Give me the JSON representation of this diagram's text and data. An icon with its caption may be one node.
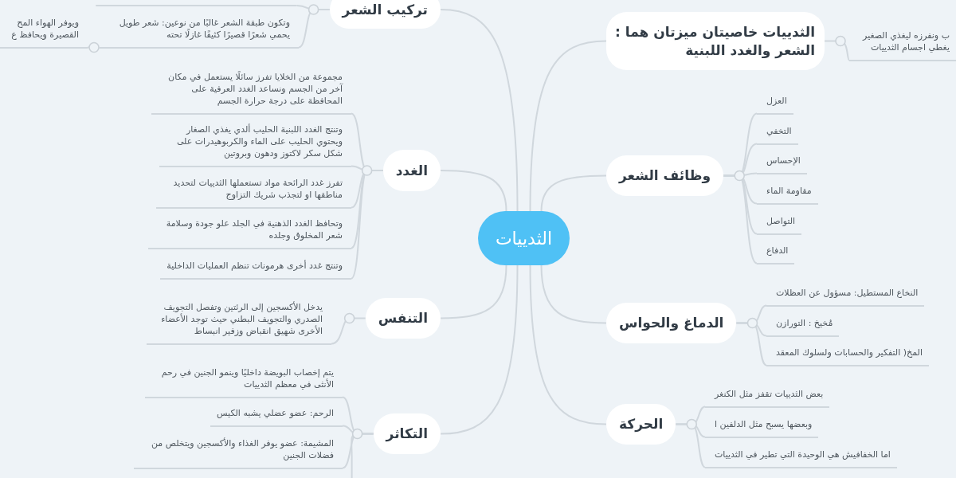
{
  "diagram": {
    "nodes": [
      {
        "text": [
          "الثدييات"
        ]
      },
      {
        "text": [
          "الثدييات خاصيتان ميزتان هما : الشعر والغدد اللبنية"
        ]
      },
      {
        "text": [
          "ب ونفرزه ليغذي الصغير يغطي اجسام الثدييات"
        ]
      },
      {
        "text": [
          "وظائف الشعر"
        ]
      },
      {
        "text": [
          "العزل"
        ]
      },
      {
        "text": [
          "التخفي"
        ]
      },
      {
        "text": [
          "الإحساس"
        ]
      },
      {
        "text": [
          "مقاومة الماء"
        ]
      },
      {
        "text": [
          "التواصل"
        ]
      },
      {
        "text": [
          "الدفاع"
        ]
      },
      {
        "text": [
          "الدماغ والحواس"
        ]
      },
      {
        "text": [
          "النخاع المستطيل: مسؤول عن العظلات"
        ]
      },
      {
        "text": [
          "مُخيخ : التورازن"
        ]
      },
      {
        "text": [
          "المخ( التفكير والحسابات ولسلوك المعقد"
        ]
      },
      {
        "text": [
          "الحركة"
        ]
      },
      {
        "text": [
          "بعض الثدييات تقفز مثل الكنغر"
        ]
      },
      {
        "text": [
          "وبعضها يسبح مثل الدلفين ا"
        ]
      },
      {
        "text": [
          "اما الخفافيش هي الوحيدة التي تطير في الثدييات"
        ]
      },
      {
        "text": [
          "تركيب الشعر"
        ]
      },
      {
        "text": [],
        "shape": "bar"
      },
      {
        "text": [
          "وتكون طبقة الشعر غالبًا من نوعين: شعر طويل يحمي شعرًا قصيرًا كثيفًا غازلًا تحته"
        ]
      },
      {
        "text": [
          "ويوفر الهواء المح القصيرة ويحافظ ع"
        ]
      },
      {
        "text": [
          "الغدد"
        ]
      },
      {
        "text": [
          "مجموعة من الخلايا تفرز سائلًا يستعمل في مكان آخر من الجسم ونساعد الغدد العرفية على المحافظة على درجة حرارة الجسم"
        ]
      },
      {
        "text": [
          "وتنتج الغدد اللبنية الحليب ألدي يغذي الصغار ويحتوي الحليب على الماء والكربوهيدرات على شكل سكر لاكتوز ودهون وبروتين"
        ]
      },
      {
        "text": [
          "تفرز غدد الرائحة مواد تستعملها الثدييات لتحديد مناطقها او لتجذب شريك التزاوج"
        ]
      },
      {
        "text": [
          "وتحافظ الغدد الذهنية في الجلد علو جودة وسلامة شعر المخلوق وجلده"
        ]
      },
      {
        "text": [
          "وتنتج غدد أخرى هرمونات تنظم العمليات الداخلية"
        ]
      },
      {
        "text": [
          "التنفس"
        ]
      },
      {
        "text": [
          "يدخل الأكسجين إلى الرئتين وتفصل التجويف الصدري والتجويف البطني حيث توجد الأعضاء الأخرى شهيق انقباض وزفير انبساط"
        ]
      },
      {
        "text": [
          "التكاثر"
        ]
      },
      {
        "text": [
          "يتم إخصاب البويضة داخليًا وينمو الجنين في رحم الأنثى في معظم الثدييات"
        ]
      },
      {
        "text": [
          "الرحم: عضو عضلي يشبه الكيس"
        ]
      },
      {
        "text": [
          "المشيمة: عضو يوفر الغذاء والأكسجين ويتخلص من فضلات الجنين"
        ]
      }
    ],
    "edges": [
      {
        "from": 0,
        "to": 1,
        "arrow": "none"
      },
      {
        "from": 1,
        "to": 2,
        "arrow": "none"
      },
      {
        "from": 0,
        "to": 3,
        "arrow": "none"
      },
      {
        "from": 3,
        "to": 4,
        "arrow": "none"
      },
      {
        "from": 3,
        "to": 5,
        "arrow": "none"
      },
      {
        "from": 3,
        "to": 6,
        "arrow": "none"
      },
      {
        "from": 3,
        "to": 7,
        "arrow": "none"
      },
      {
        "from": 3,
        "to": 8,
        "arrow": "none"
      },
      {
        "from": 3,
        "to": 9,
        "arrow": "none"
      },
      {
        "from": 0,
        "to": 10,
        "arrow": "none"
      },
      {
        "from": 10,
        "to": 11,
        "arrow": "none"
      },
      {
        "from": 10,
        "to": 12,
        "arrow": "none"
      },
      {
        "from": 10,
        "to": 13,
        "arrow": "none"
      },
      {
        "from": 0,
        "to": 14,
        "arrow": "none"
      },
      {
        "from": 14,
        "to": 15,
        "arrow": "none"
      },
      {
        "from": 14,
        "to": 16,
        "arrow": "none"
      },
      {
        "from": 14,
        "to": 17,
        "arrow": "none"
      },
      {
        "from": 0,
        "to": 18,
        "arrow": "none"
      },
      {
        "from": 18,
        "to": 19,
        "arrow": "none"
      },
      {
        "from": 18,
        "to": 20,
        "arrow": "none"
      },
      {
        "from": 20,
        "to": 21,
        "arrow": "none"
      },
      {
        "from": 0,
        "to": 22,
        "arrow": "none"
      },
      {
        "from": 22,
        "to": 23,
        "arrow": "none"
      },
      {
        "from": 22,
        "to": 24,
        "arrow": "none"
      },
      {
        "from": 22,
        "to": 25,
        "arrow": "none"
      },
      {
        "from": 22,
        "to": 26,
        "arrow": "none"
      },
      {
        "from": 22,
        "to": 27,
        "arrow": "none"
      },
      {
        "from": 0,
        "to": 28,
        "arrow": "none"
      },
      {
        "from": 28,
        "to": 29,
        "arrow": "none"
      },
      {
        "from": 0,
        "to": 30,
        "arrow": "none"
      },
      {
        "from": 30,
        "to": 31,
        "arrow": "none"
      },
      {
        "from": 30,
        "to": 32,
        "arrow": "none"
      },
      {
        "from": 30,
        "to": 33,
        "arrow": "none"
      },
      {
        "from": 30,
        "to": null,
        "arrow": "none"
      }
    ]
  }
}
